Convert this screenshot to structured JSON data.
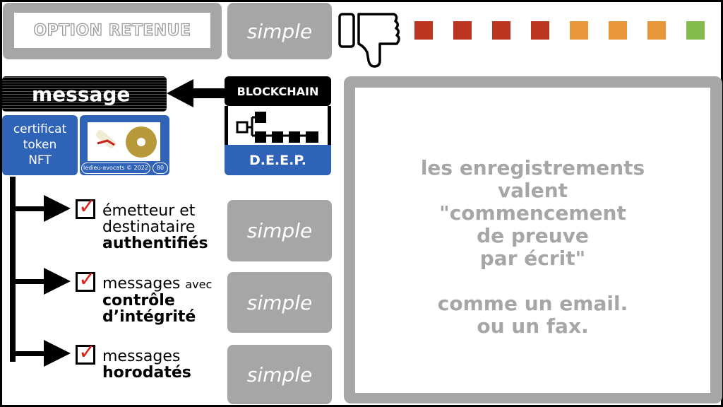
{
  "header": {
    "option_label": "OPTION RETENUE",
    "option_value": "simple",
    "rating_icon": "thumbs-down-icon",
    "rating_squares": [
      "#bb3520",
      "#bb3520",
      "#bb3520",
      "#bb3520",
      "#e8963a",
      "#e8963a",
      "#e8963a",
      "#85bb4c"
    ]
  },
  "diagram": {
    "message": "message",
    "blockchain": "BLOCKCHAIN",
    "deep": "D.E.E.P.",
    "cert_lines": [
      "certificat",
      "token",
      "NFT"
    ],
    "credit": "ledieu-avocats © 2022",
    "page": "80"
  },
  "items": [
    {
      "line1": "émetteur et",
      "line2": "destinataire",
      "bold": "authentifiés",
      "value": "simple"
    },
    {
      "line1": "messages",
      "small": "avec",
      "bold1": "contrôle",
      "bold2": "d’intégrité",
      "value": "simple"
    },
    {
      "line1": "messages",
      "bold": "horodatés",
      "value": "simple"
    }
  ],
  "panel": {
    "lines": [
      "les enregistrements",
      "valent",
      "\"commencement",
      "de preuve",
      "par écrit\"",
      "",
      "comme un email.",
      "ou un fax."
    ]
  }
}
